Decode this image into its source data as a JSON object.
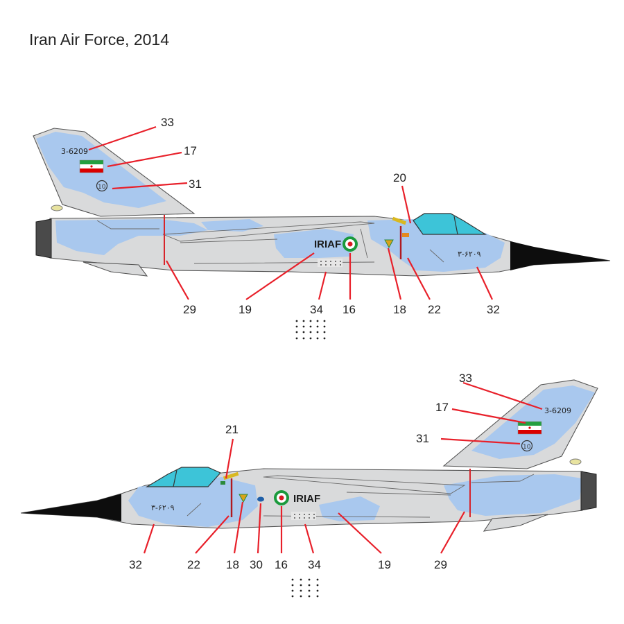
{
  "title": "Iran Air Force, 2014",
  "colors": {
    "leader_line": "#e8202a",
    "camo_blue": "#a9c8ee",
    "camo_grey": "#d9dadb",
    "canopy": "#3dc4d8",
    "roundel_green": "#1a9a3c",
    "roundel_red": "#d71a20",
    "flag_green": "#239f40",
    "flag_red": "#da0000"
  },
  "top_view": {
    "serial_fin": "3-6209",
    "serial_nose": "٣-۶٢٠٩",
    "badge_fin": "10",
    "marking_text": "IRIAF",
    "callouts": {
      "c33": "33",
      "c17": "17",
      "c31": "31",
      "c20": "20",
      "c29": "29",
      "c19": "19",
      "c34": "34",
      "c16": "16",
      "c18": "18",
      "c22": "22",
      "c32": "32"
    }
  },
  "bottom_view": {
    "serial_fin": "3-6209",
    "serial_nose": "٣-۶٢٠٩",
    "badge_fin": "10",
    "marking_text": "IRIAF",
    "callouts": {
      "c33": "33",
      "c17": "17",
      "c31": "31",
      "c21": "21",
      "c32": "32",
      "c22": "22",
      "c18": "18",
      "c30": "30",
      "c16": "16",
      "c34": "34",
      "c19": "19",
      "c29": "29"
    }
  }
}
